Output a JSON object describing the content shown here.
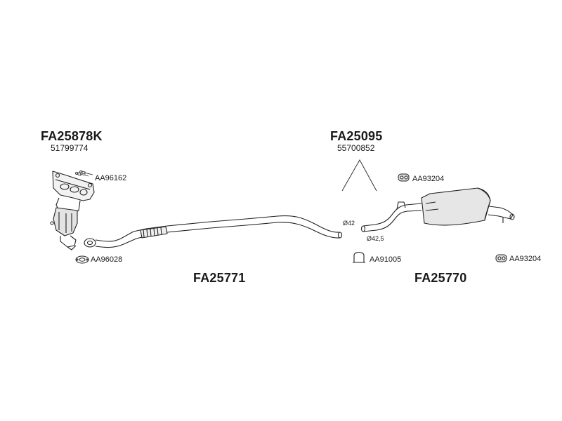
{
  "groups": {
    "manifold_cat": {
      "code": "FA25878K",
      "oe_number": "51799774"
    },
    "mid_group": {
      "code": "FA25095",
      "oe_number": "55700852"
    },
    "front_pipe": {
      "code": "FA25771"
    },
    "rear_silencer": {
      "code": "FA25770"
    }
  },
  "fittings": {
    "bolts": "AA96162",
    "gasket": "AA96028",
    "clamp": "AA91005",
    "hanger_top": "AA93204",
    "hanger_bottom": "AA93204"
  },
  "dimensions": {
    "pipe_diameter_1": "Ø42",
    "pipe_diameter_2": "Ø42,5"
  }
}
